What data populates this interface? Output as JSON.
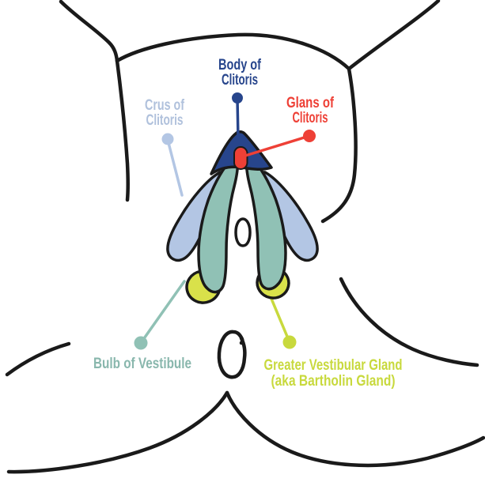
{
  "diagram": {
    "subject": "Clitoral anatomy diagram (vulva, anterior view)",
    "background_color": "#ffffff",
    "outline_color": "#1a1a1a",
    "structures": {
      "body": {
        "label_line1": "Body of",
        "label_line2": "Clitoris",
        "color": "#27458c",
        "text_color": "#27458c"
      },
      "glans": {
        "label_line1": "Glans of",
        "label_line2": "Clitoris",
        "color": "#ee4036",
        "text_color": "#ee4036"
      },
      "crus": {
        "label_line1": "Crus of",
        "label_line2": "Clitoris",
        "color": "#b3c6e4",
        "text_color": "#b0c1dc"
      },
      "bulb": {
        "label": "Bulb of Vestibule",
        "color": "#90c1b5",
        "text_color": "#89b7ad"
      },
      "vestibular_gland": {
        "label_line1": "Greater Vestibular Gland",
        "label_line2": "(aka Bartholin Gland)",
        "color": "#d9e14a",
        "text_color": "#c8d93d"
      }
    }
  }
}
